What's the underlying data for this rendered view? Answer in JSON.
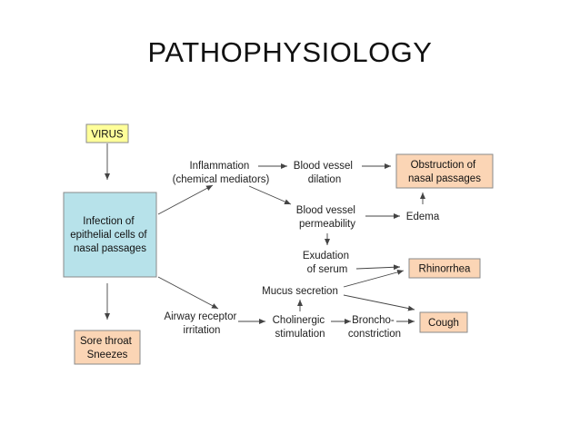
{
  "title": "PATHOPHYSIOLOGY",
  "colors": {
    "virus_box": "#ffff99",
    "infection_box": "#b7e2ea",
    "outcome_box": "#fbd5b5",
    "box_border": "#8a8a8a",
    "arrow": "#444444"
  },
  "nodes": {
    "virus": [
      "VIRUS"
    ],
    "infection": [
      "Infection of",
      "epithelial cells of",
      "nasal passages"
    ],
    "sore_throat": [
      "Sore throat",
      "Sneezes"
    ],
    "inflammation": [
      "Inflammation",
      "(chemical mediators)"
    ],
    "vessel_dilation": [
      "Blood vessel",
      "dilation"
    ],
    "obstruction": [
      "Obstruction of",
      "nasal passages"
    ],
    "vessel_permeability": [
      "Blood vessel",
      "permeability"
    ],
    "edema": [
      "Edema"
    ],
    "exudation": [
      "Exudation",
      "of serum"
    ],
    "rhinorrhea": [
      "Rhinorrhea"
    ],
    "mucus": [
      "Mucus secretion"
    ],
    "airway": [
      "Airway receptor",
      "irritation"
    ],
    "cholinergic": [
      "Cholinergic",
      "stimulation"
    ],
    "bronchoconstriction": [
      "Broncho-",
      "constriction"
    ],
    "cough": [
      "Cough"
    ]
  }
}
